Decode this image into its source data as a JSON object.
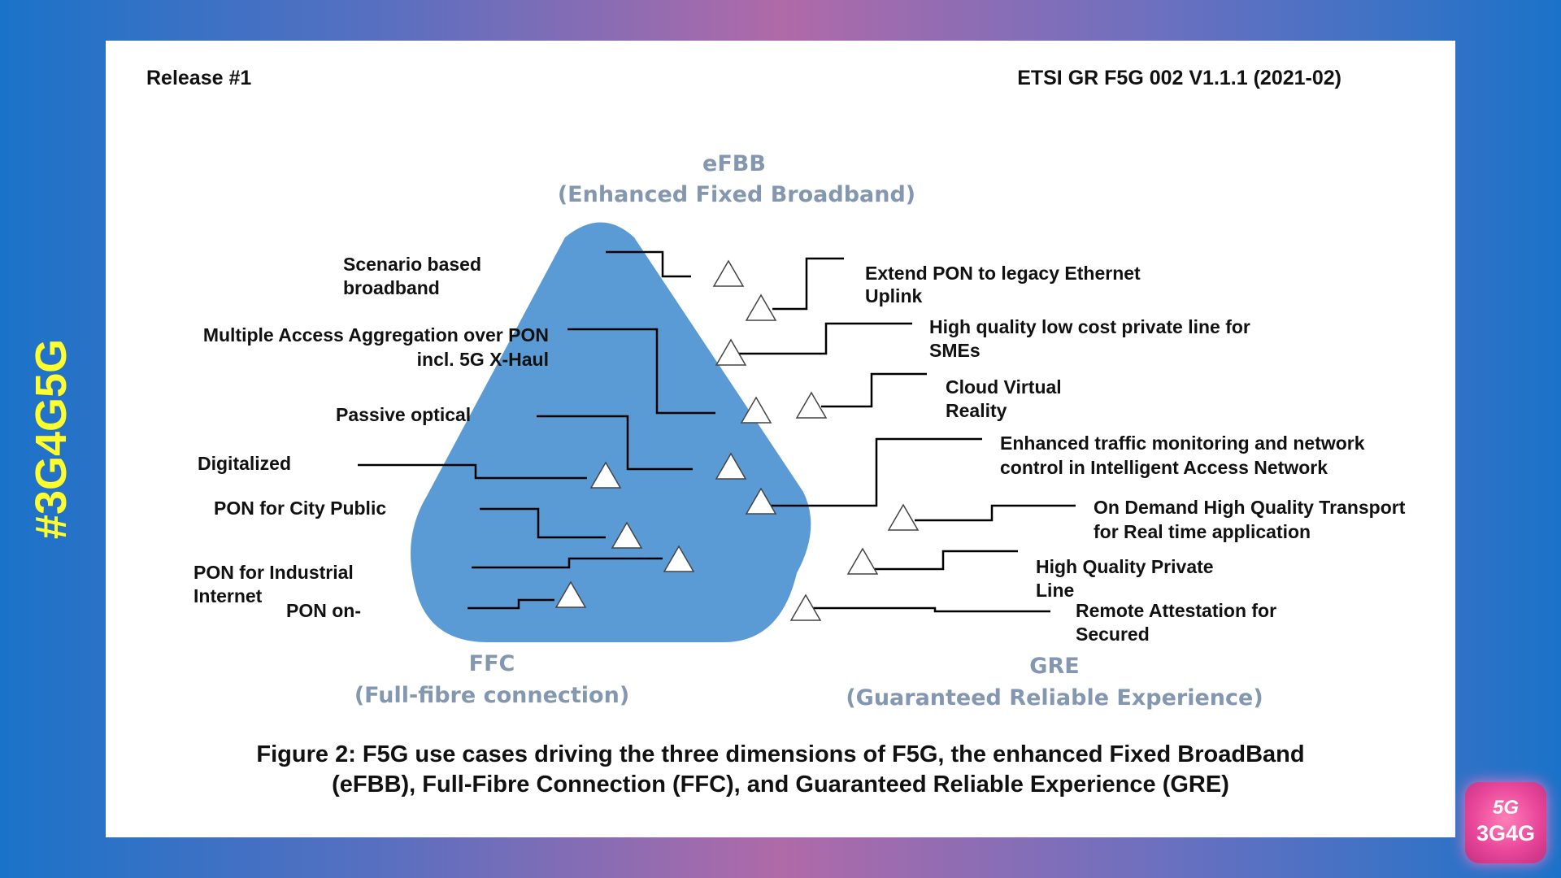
{
  "side_tag": "#3G4G5G",
  "header": {
    "left": "Release #1",
    "right": "ETSI GR F5G 002 V1.1.1 (2021-02)"
  },
  "dimensions": {
    "top": {
      "abbr": "eFBB",
      "full": "(Enhanced Fixed Broadband)"
    },
    "left": {
      "abbr": "FFC",
      "full": "(Full-fibre connection)"
    },
    "right": {
      "abbr": "GRE",
      "full": "(Guaranteed Reliable Experience)"
    }
  },
  "use_cases": {
    "scenario": [
      "Scenario based",
      "broadband"
    ],
    "multi_access": [
      "Multiple Access Aggregation over PON",
      "incl. 5G X-Haul"
    ],
    "passive": [
      "Passive optical"
    ],
    "digitalized": [
      "Digitalized"
    ],
    "city": [
      "PON for City Public"
    ],
    "industrial": [
      "PON for Industrial",
      "Internet"
    ],
    "pon_on": [
      "PON on-"
    ],
    "extend": [
      "Extend PON to legacy Ethernet",
      "Uplink"
    ],
    "private_line": [
      "High quality low cost private line for",
      "SMEs"
    ],
    "cloud_vr": [
      "Cloud Virtual",
      "Reality"
    ],
    "traffic": [
      "Enhanced traffic monitoring and network",
      "control in Intelligent Access Network"
    ],
    "on_demand": [
      "On Demand High Quality Transport",
      "for Real time application"
    ],
    "hq_private": [
      "High Quality Private",
      "Line"
    ],
    "remote": [
      "Remote Attestation for",
      "Secured"
    ]
  },
  "caption": {
    "line1": "Figure 2: F5G use cases driving the three dimensions of F5G, the enhanced Fixed BroadBand",
    "line2": "(eFBB), Full-Fibre Connection (FFC), and Guaranteed Reliable Experience (GRE)"
  },
  "logo": {
    "top": "5G",
    "bottom": "3G4G"
  },
  "colors": {
    "triangle": "#5b9bd5",
    "dimension_text": "#8497b0",
    "tag": "#ffff2e"
  }
}
